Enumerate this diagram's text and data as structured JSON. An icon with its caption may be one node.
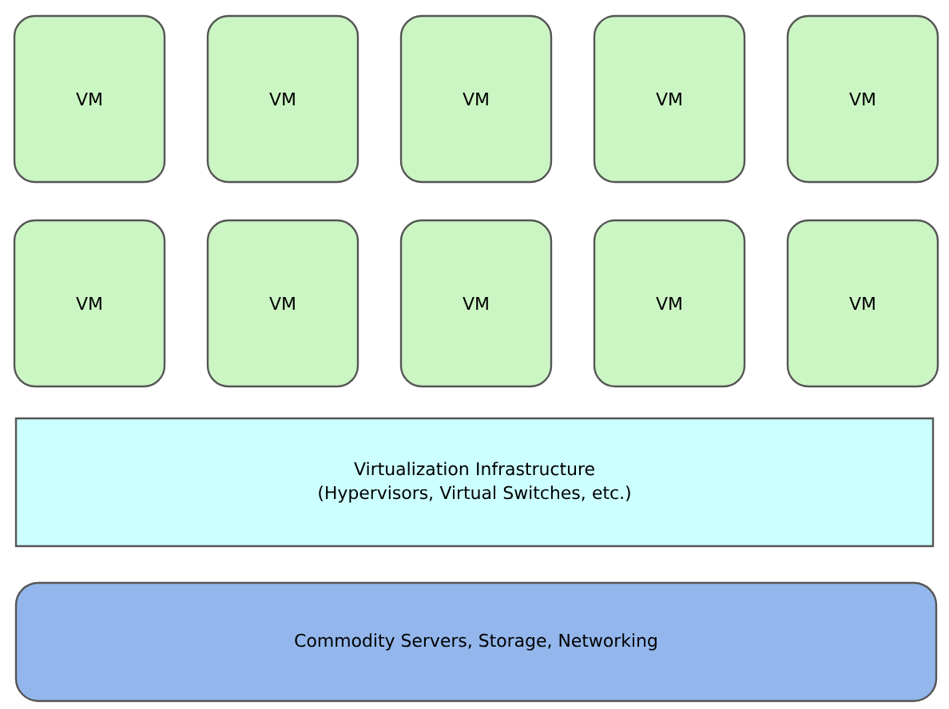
{
  "diagram": {
    "nodes": [
      {
        "text": [
          "VM"
        ]
      },
      {
        "text": [
          "VM"
        ]
      },
      {
        "text": [
          "VM"
        ]
      },
      {
        "text": [
          "VM"
        ]
      },
      {
        "text": [
          "VM"
        ]
      },
      {
        "text": [
          "VM"
        ]
      },
      {
        "text": [
          "VM"
        ]
      },
      {
        "text": [
          "VM"
        ]
      },
      {
        "text": [
          "VM"
        ]
      },
      {
        "text": [
          "VM"
        ]
      },
      {
        "text": [
          "Virtualization Infrastructure (Hypervisors, Virtual Switches, etc.)"
        ]
      },
      {
        "text": [
          "Commodity Servers, Storage, Networking"
        ]
      }
    ]
  }
}
